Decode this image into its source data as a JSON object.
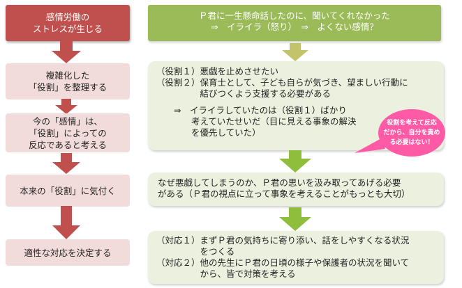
{
  "left_steps": [
    {
      "lines": [
        "感情労働の",
        "ストレスが生じる"
      ]
    },
    {
      "lines": [
        "複雑化した",
        "「役割」を整理する"
      ]
    },
    {
      "lines": [
        "今の「感情」は、",
        "「役割」によっての",
        "反応であると考える"
      ]
    },
    {
      "lines": [
        "本来の「役割」に気付く"
      ]
    },
    {
      "lines": [
        "適性な対応を決定する"
      ]
    }
  ],
  "right_steps": [
    {
      "lines": [
        "Ｐ君に一生懸命話したのに、聞いてくれなかった",
        "⇒　イライラ（怒り）　⇒　よくない感情？"
      ]
    },
    {
      "lines": [
        "（役割１）悪戯を止めさせたい",
        "（役割２）保育士として、子ども自らが気づき、望ましい行動に",
        "　　　　　結びつくよう支援する必要がある",
        "",
        "　　⇒　イライラしていたのは（役割１）ばかり",
        "　　　　考えていたせいだ（目に見える事象の解決",
        "　　　　を優先していた）"
      ]
    },
    {
      "lines": [
        "なぜ悪戯してしまうのか、Ｐ君の思いを汲み取ってあげる必要",
        "がある（Ｐ君の視点に立って事象を考えることがもっとも大切）"
      ]
    },
    {
      "lines": [
        "（対応１）まずＰ君の気持ちに寄り添い、話をしやすくなる状況",
        "　　　　　をつくる",
        "（対応２）他の先生にＰ君の日頃の様子や保護者の状況を聞いて",
        "　　　　　から、皆で対策を考える"
      ]
    }
  ],
  "note": {
    "lines": [
      "役割を考えて反応",
      "だから、自分を責め",
      "る必要はない！"
    ]
  },
  "colors": {
    "left_head": "#c0504d",
    "left_box": "#f2dcdb",
    "left_arrow": "#c0504d",
    "right_head": "#9bbb59",
    "right_box": "#ebf1de",
    "right_arrow_light": "#c3c36b",
    "right_arrow": "#8fbe3c",
    "note": "#ff5aa6"
  }
}
